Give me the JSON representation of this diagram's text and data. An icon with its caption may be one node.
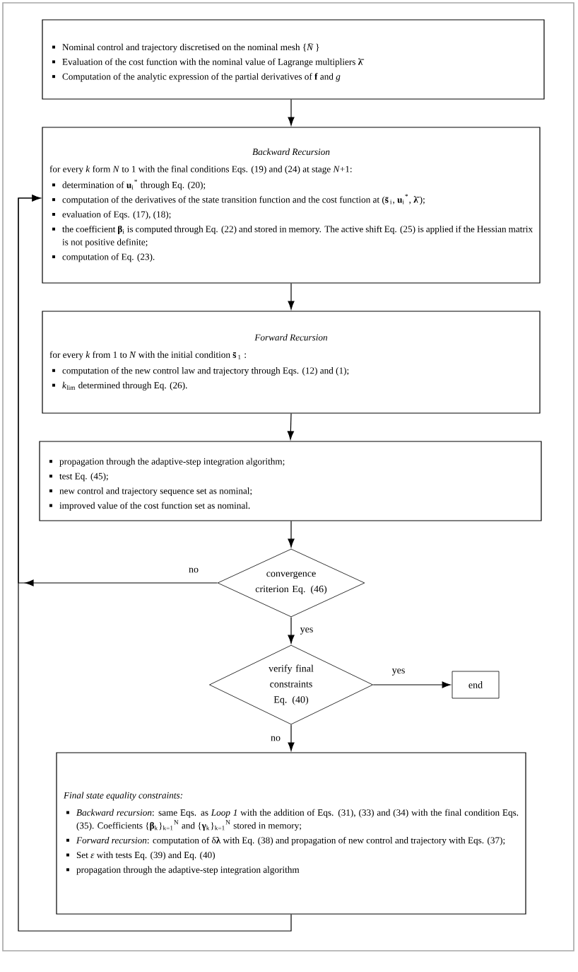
{
  "diagram": {
    "nodes": [
      {
        "text": [
          "Nominal control and trajectory discretised on the nominal mesh {*N̄*}",
          "Evaluation of the cost function with the nominal value of Lagrange multipliers **λ̄**",
          "Computation of the analytic expression of the partial derivatives of **f** and *g*"
        ]
      },
      {
        "text": [
          "Backward Recursion",
          "for every *k* form *N* to 1 with the final conditions Eqs. (19) and (24) at stage *N*+1:",
          "determination of **u**$_{i}$$^{*}$ through Eq. (20);",
          "computation of the derivatives of the state transition function and the cost function at (**s̄**$_{i}$, **u**$_{i}$$^{*}$, **λ̄**);",
          "evaluation of Eqs. (17), (18);",
          "the coefficient **β**$_{i}$ is computed through Eq. (22) and stored in memory. The active shift Eq. (25) is applied if the Hessian matrix is not positive definite;",
          "computation of Eq. (23)."
        ]
      },
      {
        "text": [
          "Forward Recursion",
          "for every *k* from 1 to *N* with the initial condition **s̄**$_{1}$ :",
          "computation of the new control law and trajectory through Eqs. (12) and (1);",
          "*k*$_{lim}$ determined through Eq. (26)."
        ]
      },
      {
        "text": [
          "propagation through the adaptive-step integration algorithm;",
          "test Eq. (45);",
          "new control and trajectory sequence set as nominal;",
          "improved value of the cost function set as nominal."
        ]
      },
      {
        "text": [
          "convergence criterion Eq. (46)"
        ]
      },
      {
        "text": [
          "verify final constraints Eq. (40)"
        ]
      },
      {
        "text": [
          "end"
        ]
      },
      {
        "text": [
          "Final state equality constraints:",
          "*Backward recursion*: same Eqs. as *Loop 1* with the addition of Eqs. (31), (33) and (34) with the final condition Eqs. (35). Coefficients {**β**$_{k}$}$_{k=1}$$^{N}$ and {**γ**$_{k}$}$_{k=1}$$^{N}$ stored in memory;",
          "*Forward recursion*: computation of δ**λ** with Eq. (38) and propagation of new control and trajectory with Eqs. (37);",
          "Set *ε* with tests Eq. (39) and Eq. (40)",
          "propagation through the adaptive-step integration algorithm"
        ]
      }
    ],
    "edges": [
      {
        "from": 0,
        "to": 1,
        "arrow": "to"
      },
      {
        "from": 1,
        "to": 2,
        "arrow": "to"
      },
      {
        "from": 2,
        "to": 3,
        "arrow": "to"
      },
      {
        "from": 3,
        "to": 4,
        "arrow": "to"
      },
      {
        "from": 4,
        "to": 5,
        "arrow": "to",
        "label": "yes"
      },
      {
        "from": 5,
        "to": 6,
        "arrow": "to",
        "label": "yes"
      },
      {
        "from": 5,
        "to": 7,
        "arrow": "to",
        "label": "no"
      },
      {
        "from": 4,
        "to": 1,
        "arrow": "to",
        "label": "no"
      },
      {
        "from": 7,
        "to": 1,
        "arrow": "to"
      }
    ]
  }
}
